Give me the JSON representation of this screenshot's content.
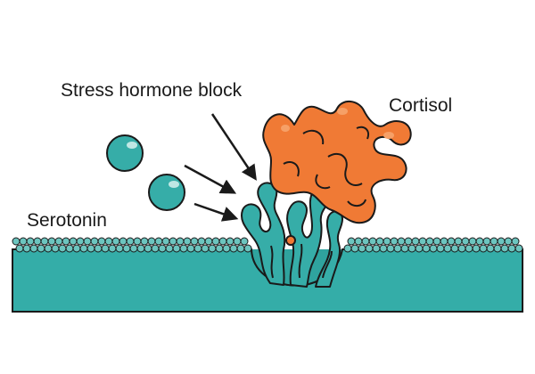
{
  "labels": {
    "stress_block": "Stress hormone block",
    "cortisol": "Cortisol",
    "serotonin": "Serotonin"
  },
  "colors": {
    "membrane": "#34ADA8",
    "membrane_dark": "#2A9994",
    "bead": "#6CC5BF",
    "serotonin_ball": "#36ADA8",
    "receptor": "#36ADA8",
    "cortisol": "#F07A35",
    "outline": "#1a1a1a",
    "background": "#ffffff"
  },
  "components": {
    "membrane": "cell-membrane",
    "receptor": "serotonin-receptor",
    "cortisol": "cortisol-molecule",
    "serotonin": "serotonin-molecule",
    "arrows": "block-arrow"
  }
}
